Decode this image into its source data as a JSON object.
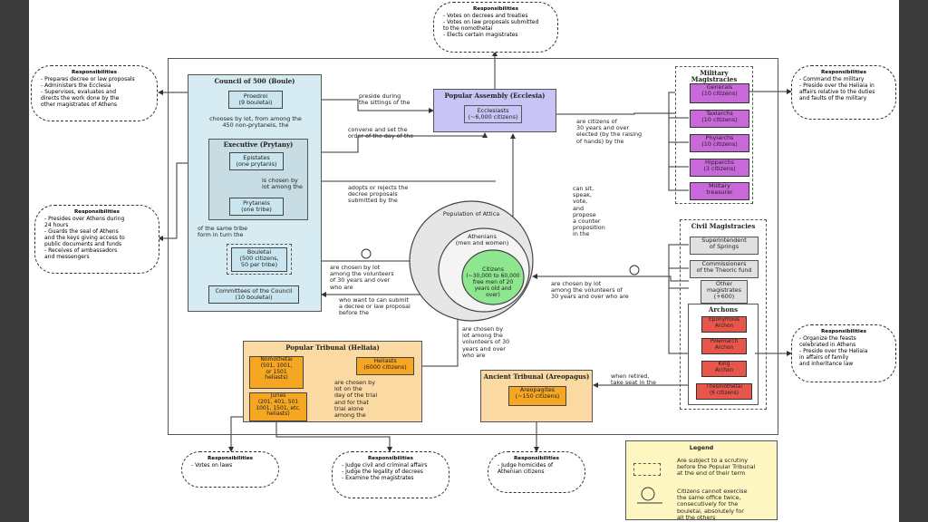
{
  "assembly": {
    "title": "Popular Assembly (Ecclesia)",
    "ecclesiasts": "Ecclesiasts\n(~6,000 citizens)"
  },
  "boule": {
    "title": "Council of 500 (Boule)",
    "proedroi": "Proedroi\n(9 bouletai)",
    "choose_text": "chooses by lot, from among the\n450 non-prytaneis, the",
    "executive_title": "Executive (Prytany)",
    "epistates": "Epistates\n(one prytanis)",
    "chosen_text": "is chosen by\nlot among the",
    "prytaneis": "Prytaneis\n(one tribe)",
    "same_tribe": "of the same tribe\nform in turn the",
    "bouleutai": "Bouletai\n(500 citizens,\n50 per tribe)",
    "committees": "Committees of the Council\n(10 bouletai)"
  },
  "edges": {
    "preside": "preside during\nthe sittings of the",
    "convene": "convene and set the\norder of the day of the",
    "adopts": "adopts or rejects the\ndecree proposals\nsubmitted by the",
    "chosen_lot_30": "are chosen by lot\namong the volunteers\nof 30 years and over\nwho are",
    "want_submit": "who want to can submit\na decree or law proposal\nbefore the",
    "can_sit": "can sit,\nspeak,\nvote,\nand\npropose\na counter\nproposition\nin the",
    "citizens_elected": "are citizens of\n30 years and over\nelected (by the raising\nof hands) by the",
    "chosen_lot_right": "are chosen by lot\namong the volunteers of\n30 years and over who are",
    "chosen_lot_heliasts": "are chosen by\nlot among the\nvolunteers of 30\nyears and over\nwho are",
    "chosen_day": "are chosen by\nlot on the\nday of the trial\nand for that\ntrial alone\namong the",
    "retired": "when retired,\ntake seat in the"
  },
  "population": {
    "title": "Population of Attica",
    "athenians": "Athenians\n(men and women)",
    "citizens": "Citizens\n(~30,000 to 60,000\nfree men of 20\nyears old and\nover)"
  },
  "military": {
    "title": "Military Magistracies",
    "items": [
      "Generals\n(10 citizens)",
      "Taxiarchs\n(10 citizens)",
      "Phylarchs\n(10 citizens)",
      "Hipparchs\n(3 citizens)",
      "Military\ntreasurer"
    ]
  },
  "civil": {
    "title": "Civil Magistracies",
    "items": [
      "Superintendent\nof Springs",
      "Commissioners\nof the Theoric fund",
      "Other\nmagistrates\n(+600)"
    ],
    "archons_title": "Archons",
    "archons": [
      "Eponymous\nArchon",
      "Polemarch\nArchon",
      "King\nArchon",
      "Thesmothetai\n(6 citizens)"
    ]
  },
  "heliaia": {
    "title": "Popular Tribunal (Heliaia)",
    "nomothetai": "Nomothetai\n(501, 1001,\nor 1501\nheliasts)",
    "heliasts": "Heliasts\n(6000 citizens)",
    "juries": "Juries\n(201, 401, 501\n1001, 1501, etc.\nheliasts)"
  },
  "areopagus": {
    "title": "Ancient Tribunal (Areopagus)",
    "areopagites": "Areopagites\n(~150 citizens)"
  },
  "responsibilities": {
    "label": "Responsibilities",
    "top": "- Votes on decrees and treaties\n- Votes on law proposals submitted\n  to the nomothetai\n- Elects certain magistrates",
    "boule": "- Prepares decree or law proposals\n- Administers the Ecclesia\n- Supervises, evaluates and\n  directs the work done by the\n  other magistrates of Athens",
    "prytany": "- Presides over Athens during\n  24 hours\n- Guards the seal of Athens\n  and the keys giving access to\n  public documents and funds\n- Receives of ambassadors\n  and messengers",
    "generals": "- Command the military\n- Preside over the Heliaia in\n  affairs relative to the duties\n  and faults of the military",
    "archons": "- Organize the feasts\n  celebrated in Athens\n- Preside over the Heliaia\n  in affairs of family\n  and inheritance law",
    "nomothetai": "- Votes on laws",
    "juries": "- Judge civil and criminal affairs\n- Judge the legality of decrees\n- Examine the magistrates",
    "areopagus": "- Judge homicides of\n  Athenian citizens"
  },
  "legend": {
    "title": "Legend",
    "item1": "Are subject to a scrutiny\nbefore the Popular Tribunal\nat the end of their term",
    "item2": "Citizens cannot exercise\nthe same office twice,\nconsecutively for the\nbouletai, absolutely for\nall the others"
  },
  "colors": {
    "assembly": "#c8c4f5",
    "boule": "#d6ecf2",
    "heliaia": "#fbd9a2",
    "military": "#c968d9",
    "archon": "#e8554a",
    "citizens": "#8ee68e",
    "legend": "#fff7c2"
  }
}
